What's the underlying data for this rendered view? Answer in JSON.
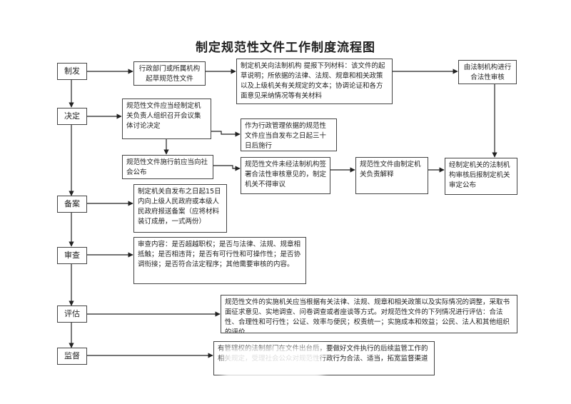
{
  "title": "制定规范性文件工作制度流程图",
  "stages": {
    "draft": "制发",
    "decide": "决定",
    "record": "备案",
    "review": "审查",
    "evaluate": "评估",
    "supervise": "监督"
  },
  "boxes": {
    "draft_by_dept": "行政部门或所属机构起草规范性文件",
    "submit_materials": "制定机关向法制机构      提报下列材料：该文件的起草说明；所依据的法律、法规、规章和相关政策以及上级机关有关规定的文本；协调论证和各方面意见采纳情况等有关材料",
    "legal_review": "由法制机构进行合法性审核",
    "meeting_decide": "规范性文件应当经制定机关负责人组织召开会议集体讨论决定",
    "effective_30days": "作为行政管理依据的规范性文件应当自发布之日起三十日后施行",
    "publish_before": "规范性文件施行前应当向社会公布",
    "not_reviewed": "规范性文件未经法制机构签署合法性审核意见的，制定机关不得审议",
    "interpret": "规范性文件由制定机关负责解释",
    "post_review": "经制定机关的法制机构审核后报制定机关审定公布",
    "filing": "制定机关自发布之日起15日内向上级人民政府或本级人民政府报送备案（应将材料装订成册，一式两份）",
    "review_content": "审查内容：是否超越职权；是否与法律、法规、规章相抵触；是否相违背；是否有可行性和可操作性；是否协调衔接；是否符合法定程序；其他需要审核的内容。",
    "evaluation": "规范性文件的实施机关应当根据有关法律、法规、规章和相关政策以及实际情况的调整，采取书面征求意见、实地调查、问卷调查或者座谈等方式。对规范性文件的下列情况进行评估：合法性、合理性和可行性；公证、效率与便民；权责统一；实施成本和效益；公民、法人和其他组织的评价",
    "supervision": "有管辖权的法制部门在文件出台后，要做好文件执行的后续监管工作的相关规定，受理社会公众对规范性行政行为合法、适当，拓宽监督渠道"
  }
}
